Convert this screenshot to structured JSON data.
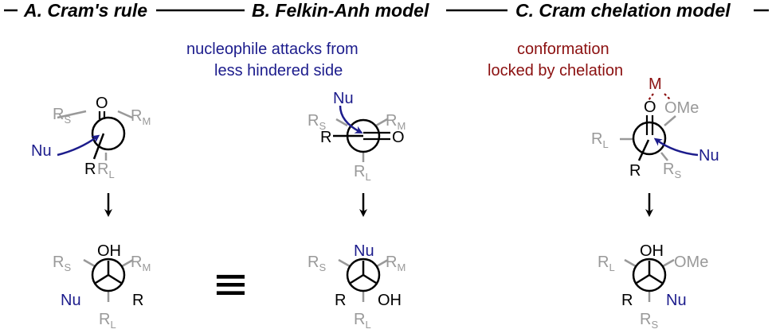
{
  "colors": {
    "black": "#000000",
    "gray": "#999999",
    "blue": "#1c1c8c",
    "red": "#8b1010"
  },
  "headers": {
    "cram": "A. Cram's rule",
    "felkin": "B. Felkin-Anh model",
    "chelation": "C. Cram chelation model"
  },
  "notes": {
    "felkin_line1": "nucleophile attacks from",
    "felkin_line2": "less hindered side",
    "chel_line1": "conformation",
    "chel_line2": "locked by chelation"
  },
  "labels": {
    "O": "O",
    "OH": "OH",
    "Nu": "Nu",
    "R": "R",
    "M": "M",
    "OMe": "OMe",
    "R_main": "R",
    "sub_S": "S",
    "sub_M": "M",
    "sub_L": "L"
  },
  "equivalence_symbol": "≡"
}
